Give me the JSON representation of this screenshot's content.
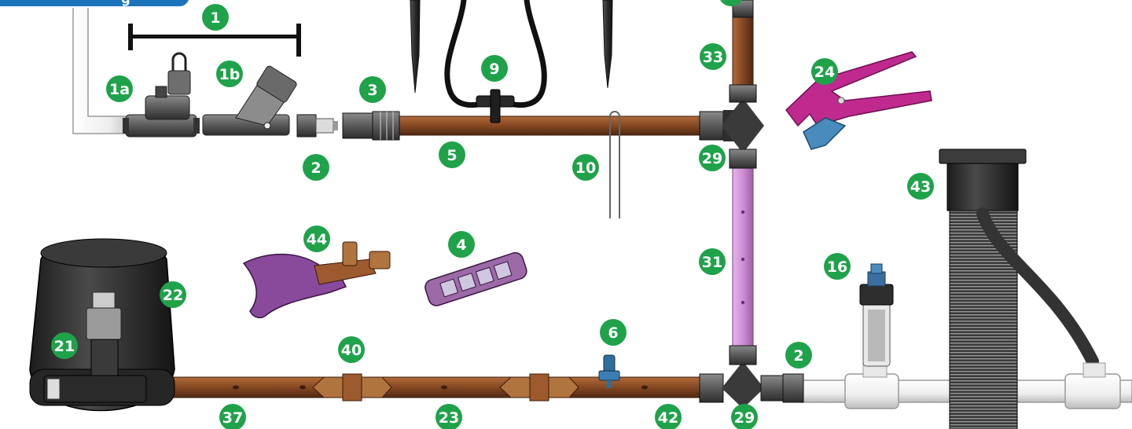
{
  "colors": {
    "marker": "#1fa24a",
    "badge": "#1b74bb",
    "tubing": "#8a4b24",
    "purple_pipe": "#cf8ed6",
    "pvc": "#f1f1f1",
    "cutter": "#c02a8f"
  },
  "badge_text": "g",
  "markers": {
    "m1": "1",
    "m1a": "1a",
    "m1b": "1b",
    "m2_top": "2",
    "m3": "3",
    "m5": "5",
    "m9": "9",
    "m10": "10",
    "m33": "33",
    "m29_top": "29",
    "m24": "24",
    "m43": "43",
    "m44": "44",
    "m4": "4",
    "m31": "31",
    "m16": "16",
    "m22": "22",
    "m21": "21",
    "m40": "40",
    "m6": "6",
    "m2_bottom": "2",
    "m37": "37",
    "m23": "23",
    "m42": "42",
    "m29_bottom": "29"
  }
}
